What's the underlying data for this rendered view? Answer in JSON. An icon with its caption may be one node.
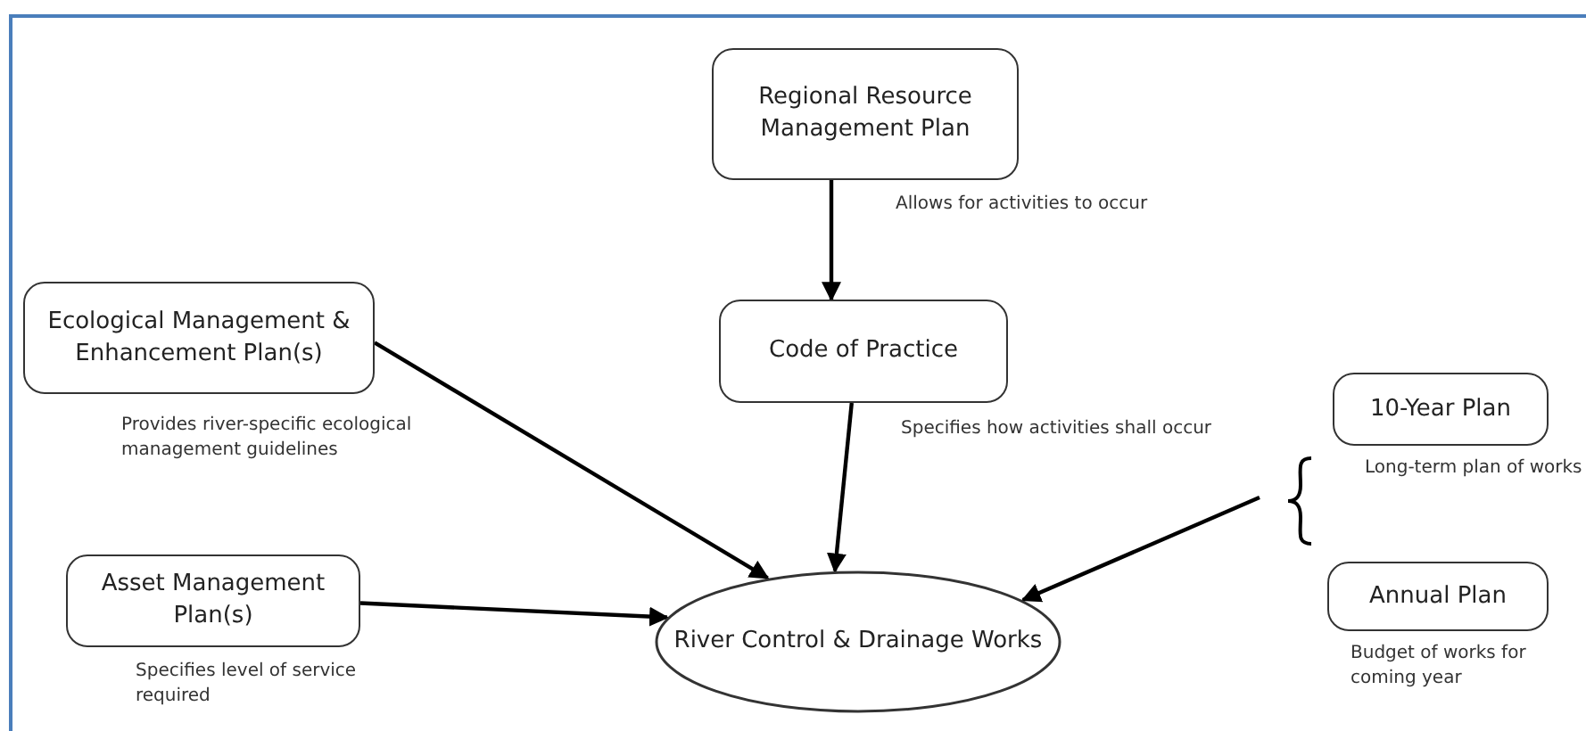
{
  "diagram": {
    "nodes": [
      {
        "text": [
          "Regional Resource Management Plan"
        ],
        "beside": [
          "Allows for activities to occur"
        ]
      },
      {
        "text": [
          "Code of Practice"
        ],
        "beside": [
          "Specifies how activities shall occur"
        ]
      },
      {
        "text": [
          "Ecological Management & Enhancement Plan(s)"
        ],
        "beside": [
          "Provides river-specific ecological management guidelines"
        ]
      },
      {
        "text": [
          "Asset Management Plan(s)"
        ],
        "beside": [
          "Specifies level of service required"
        ]
      },
      {
        "text": [
          "River Control & Drainage Works"
        ]
      },
      {
        "text": [
          "10-Year Plan"
        ],
        "beside": [
          "Long-term plan of works"
        ]
      },
      {
        "text": [
          "Annual Plan"
        ],
        "beside": [
          "Budget of works for coming year"
        ]
      }
    ],
    "edges": [
      {
        "from": 0,
        "to": 1,
        "arrow": "to"
      },
      {
        "from": 2,
        "to": 4,
        "arrow": "to"
      },
      {
        "from": 1,
        "to": 4,
        "arrow": "to"
      },
      {
        "from": 3,
        "to": 4,
        "arrow": "to"
      },
      {
        "from": null,
        "to": 4,
        "arrow": "to"
      }
    ]
  }
}
